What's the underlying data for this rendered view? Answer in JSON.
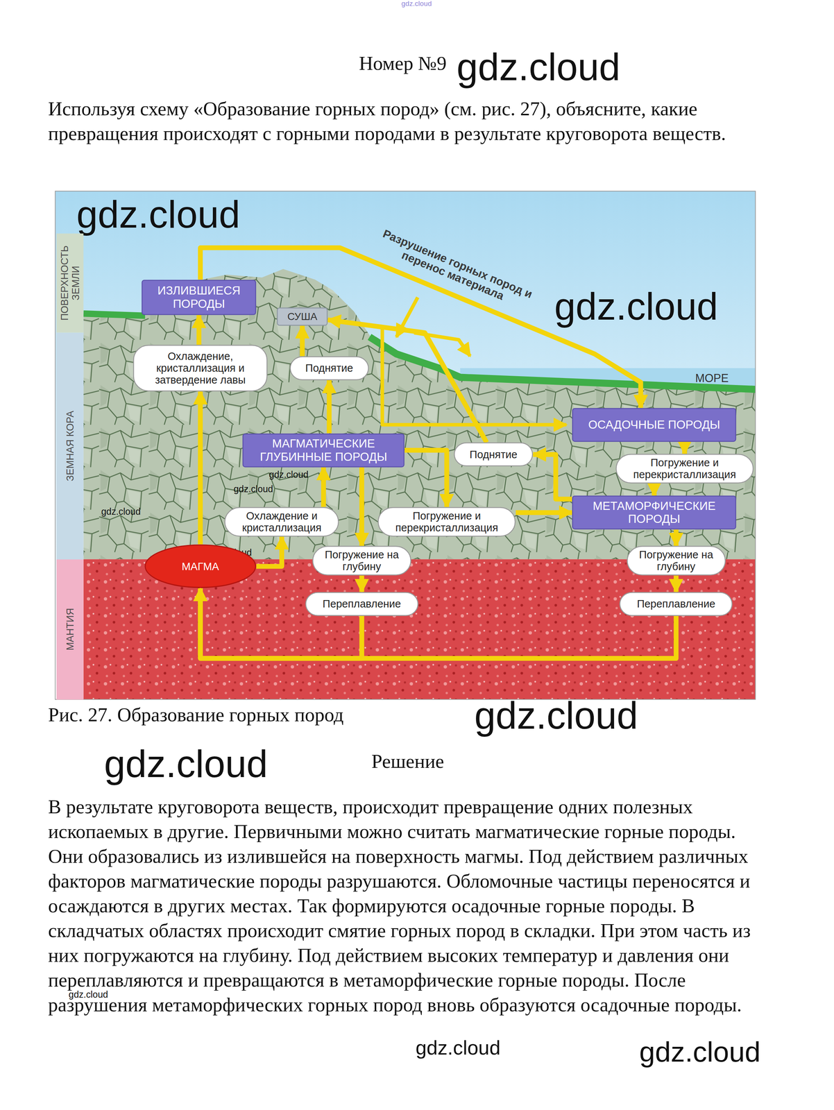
{
  "diagram": {
    "title": "Номер №9",
    "caption": "Рис. 27. Образование горных пород",
    "nodes": [
      {
        "text": [
          "ПОВЕРХНОСТЬ ЗЕМЛИ"
        ]
      },
      {
        "text": [
          "ЗЕМНАЯ КОРА"
        ]
      },
      {
        "text": [
          "МАНТИЯ"
        ]
      },
      {
        "text": [
          "ИЗЛИВШИЕСЯ ПОРОДЫ"
        ]
      },
      {
        "text": [
          "СУША"
        ]
      },
      {
        "text": [
          "Охлаждение, кристаллизация и затвердение лавы"
        ]
      },
      {
        "text": [
          "Поднятие"
        ]
      },
      {
        "text": [
          "ОСАДОЧНЫЕ ПОРОДЫ"
        ]
      },
      {
        "text": [
          "МАГМАТИЧЕСКИЕ ГЛУБИННЫЕ ПОРОДЫ"
        ]
      },
      {
        "text": [
          "Поднятие"
        ]
      },
      {
        "text": [
          "Погружение и перекристаллизация"
        ]
      },
      {
        "text": [
          "МЕТАМОРФИЧЕСКИЕ ПОРОДЫ"
        ]
      },
      {
        "text": [
          "Охлаждение и кристаллизация"
        ]
      },
      {
        "text": [
          "Погружение и перекристаллизация"
        ]
      },
      {
        "text": [
          "МАГМА"
        ]
      },
      {
        "text": [
          "Погружение на глубину"
        ]
      },
      {
        "text": [
          "Погружение на глубину"
        ]
      },
      {
        "text": [
          "Переплавление"
        ]
      },
      {
        "text": [
          "Переплавление"
        ]
      }
    ],
    "edges": [
      {
        "from": 14,
        "to": 12,
        "arrow": "to"
      },
      {
        "from": 12,
        "to": 8,
        "arrow": "to"
      },
      {
        "from": 14,
        "to": 5,
        "arrow": "to"
      },
      {
        "from": 5,
        "to": 3,
        "arrow": "to"
      },
      {
        "from": 3,
        "to": 7,
        "label": "Разрушение горных пород и перенос материала",
        "arrow": "to"
      },
      {
        "from": 8,
        "to": 6,
        "arrow": "to"
      },
      {
        "from": 6,
        "to": 4,
        "arrow": "to"
      },
      {
        "from": 8,
        "to": 15,
        "arrow": "to"
      },
      {
        "from": 15,
        "to": 17,
        "arrow": "to"
      },
      {
        "from": 17,
        "to": 14,
        "arrow": "to"
      },
      {
        "from": 7,
        "to": 10,
        "arrow": "to"
      },
      {
        "from": 10,
        "to": 11,
        "arrow": "to"
      },
      {
        "from": 11,
        "to": 16,
        "arrow": "to"
      },
      {
        "from": 16,
        "to": 18,
        "arrow": "to"
      },
      {
        "from": 18,
        "to": 14,
        "arrow": "to"
      },
      {
        "from": 8,
        "to": 13,
        "arrow": "to"
      },
      {
        "from": 13,
        "to": 11,
        "arrow": "to"
      },
      {
        "from": 11,
        "to": 9,
        "arrow": "to"
      },
      {
        "from": 9,
        "to": 4,
        "arrow": "to"
      }
    ],
    "labels": [
      "gdz.cloud",
      "gdz.cloud",
      "Используя схему «Образование горных пород» (см. рис. 27), объясните, какие превращения происходят с горными породами в результате круговорота веществ.",
      "gdz.cloud",
      "gdz.cloud",
      "МОРЕ",
      "gdz.cloud",
      "gdz.cloud",
      "gdz.cloud",
      "gdz.cloud",
      "gdz.cloud",
      "gdz.cloud",
      "Решение",
      "В результате круговорота веществ, происходит превращение одних полезных ископаемых в другие. Первичными можно считать магматические горные породы. Они образовались из излившейся на поверхность магмы. Под действием различных факторов магматические породы разрушаются. Обломочные частицы переносятся и осаждаются в других местах. Так формируются осадочные горные породы. В складчатых областях происходит смятие горных пород в складки. При этом часть из них погружаются на глубину. Под действием высоких температур и давления они переплавляются и превращаются в метаморфические горные породы. После разрушения метаморфических горных пород вновь образуются осадочные породы.",
      "gdz.cloud",
      "gdz.cloud",
      "gdz.cloud"
    ]
  }
}
